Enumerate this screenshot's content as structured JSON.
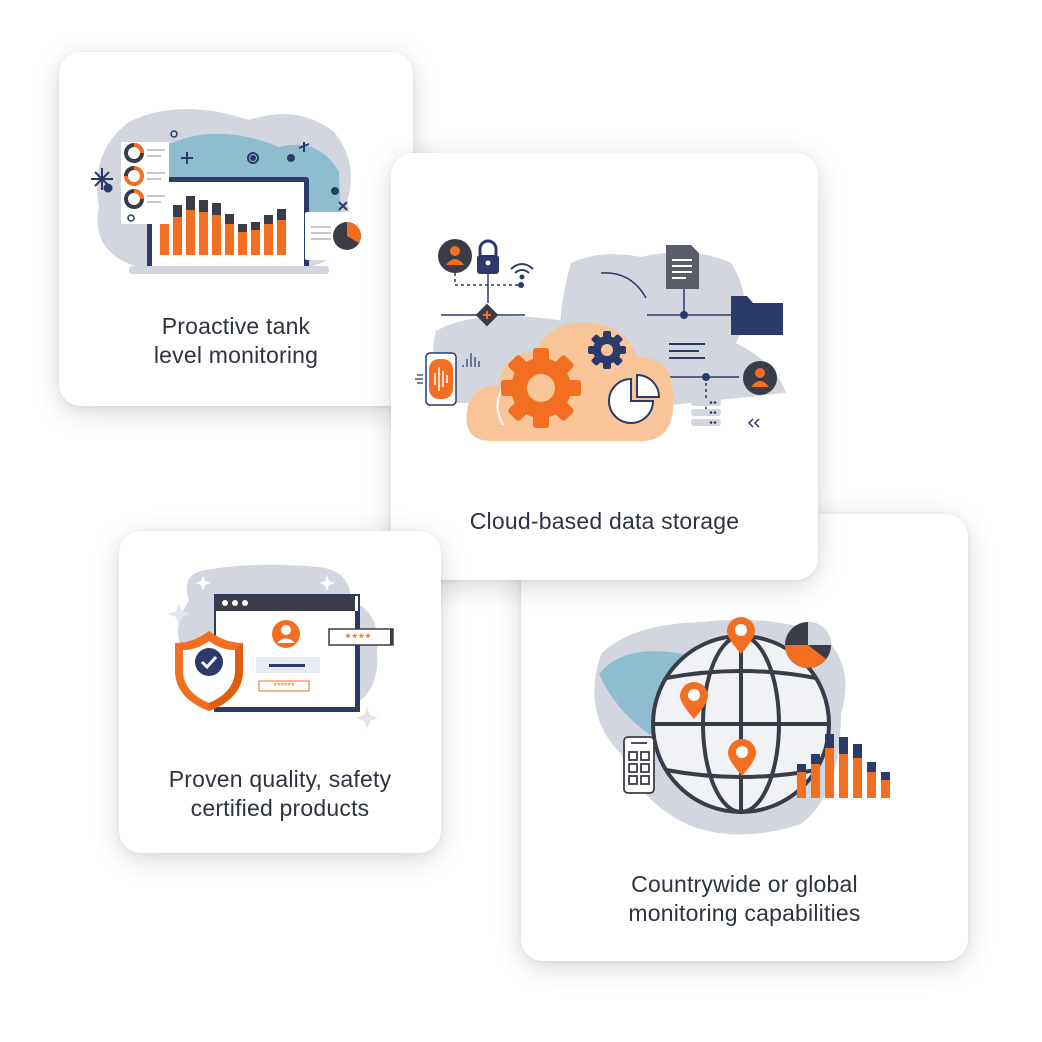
{
  "cards": [
    {
      "id": "tank",
      "lines": [
        "Proactive tank",
        "level monitoring"
      ]
    },
    {
      "id": "cloud",
      "lines": [
        "Cloud-based data storage"
      ]
    },
    {
      "id": "safety",
      "lines": [
        "Proven quality, safety",
        "certified products"
      ]
    },
    {
      "id": "global",
      "lines": [
        "Countrywide or global",
        "monitoring capabilities"
      ]
    }
  ],
  "illustrations": {
    "tank": {
      "icons": [
        "laptop-icon",
        "bar-chart-icon",
        "pie-chart-icon",
        "donut-chart-icon"
      ]
    },
    "cloud": {
      "icons": [
        "cloud-icon",
        "gear-icon",
        "user-icon",
        "lock-icon",
        "wifi-icon",
        "document-icon",
        "folder-icon",
        "server-icon",
        "phone-icon"
      ]
    },
    "safety": {
      "icons": [
        "shield-check-icon",
        "browser-window-icon",
        "user-icon",
        "password-field-icon"
      ],
      "password_mask": "****",
      "pin_mask": "******"
    },
    "global": {
      "icons": [
        "globe-icon",
        "location-pin-icon",
        "pie-chart-icon",
        "bar-chart-icon",
        "phone-icon"
      ]
    }
  },
  "colors": {
    "orange": "#f26f21",
    "navy": "#2c3a6b",
    "dark": "#3a3d48",
    "gray_blob": "#d3d6de",
    "teal_blob": "#8fbdd0",
    "peach": "#f8c598",
    "text": "#2e3340"
  }
}
